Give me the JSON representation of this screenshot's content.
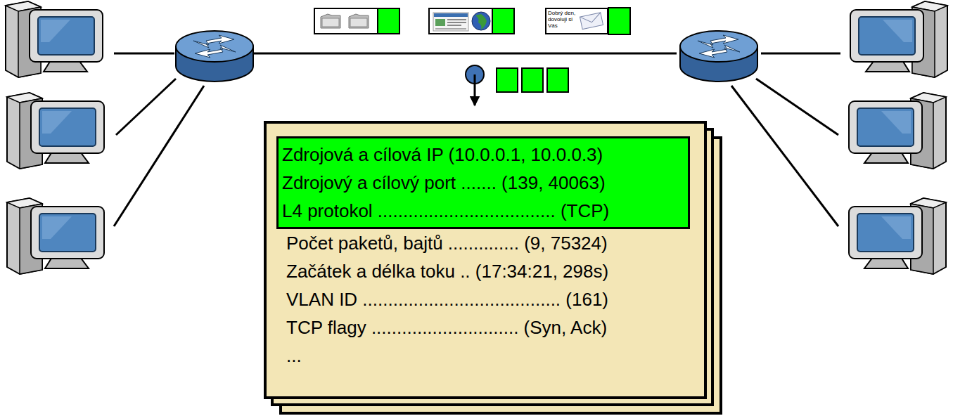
{
  "diagram": {
    "nodes": [
      {
        "text": [
          "Počet paketů, bajtů .............. (9, 75324)",
          "Začátek a délka toku .. (17:34:21, 298s)",
          "VLAN ID ....................................... (161)",
          "TCP flagy ............................. (Syn, Ack)",
          "..."
        ]
      },
      {
        "text": [
          "Zdrojová a cílová IP (10.0.0.1, 10.0.0.3)",
          "Zdrojový a cílový port ....... (139, 40063)",
          "L4 protokol ................................... (TCP)"
        ],
        "in": 0
      },
      {
        "text": [
          "Dobrý den, dovoluji si Vás"
        ]
      }
    ]
  }
}
